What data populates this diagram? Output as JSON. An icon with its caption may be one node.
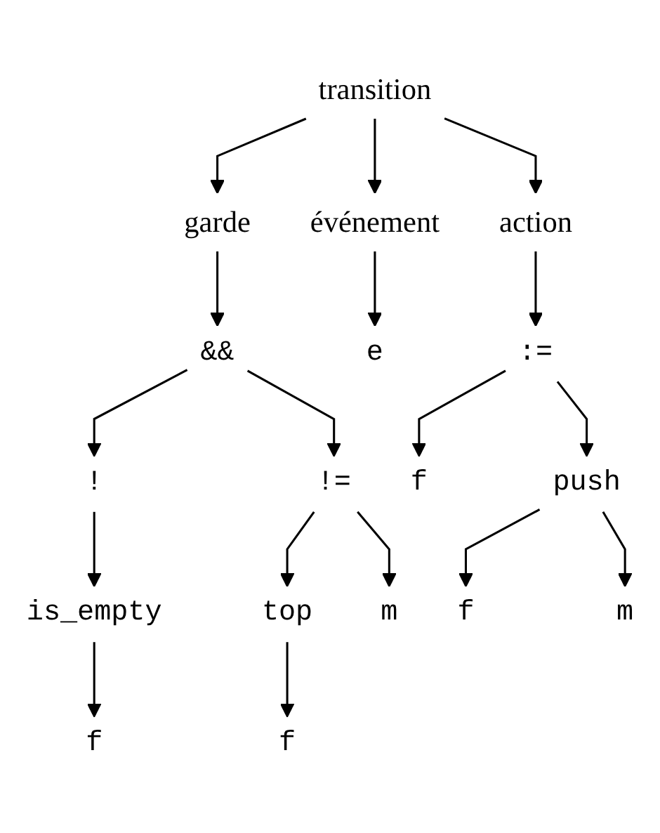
{
  "diagram": {
    "nodes": [
      {
        "text": [
          "transition"
        ]
      },
      {
        "text": [
          "garde"
        ]
      },
      {
        "text": [
          "événement"
        ]
      },
      {
        "text": [
          "action"
        ]
      },
      {
        "text": [
          "&&"
        ]
      },
      {
        "text": [
          "e"
        ]
      },
      {
        "text": [
          ":="
        ]
      },
      {
        "text": [
          "!"
        ]
      },
      {
        "text": [
          "!="
        ]
      },
      {
        "text": [
          "f"
        ]
      },
      {
        "text": [
          "push"
        ]
      },
      {
        "text": [
          "is_empty"
        ]
      },
      {
        "text": [
          "top"
        ]
      },
      {
        "text": [
          "m"
        ]
      },
      {
        "text": [
          "f"
        ]
      },
      {
        "text": [
          "m"
        ]
      },
      {
        "text": [
          "f"
        ]
      },
      {
        "text": [
          "f"
        ]
      }
    ],
    "edges": [
      {
        "from": 0,
        "to": 1,
        "arrow": "to"
      },
      {
        "from": 0,
        "to": 2,
        "arrow": "to"
      },
      {
        "from": 0,
        "to": 3,
        "arrow": "to"
      },
      {
        "from": 1,
        "to": 4,
        "arrow": "to"
      },
      {
        "from": 2,
        "to": 5,
        "arrow": "to"
      },
      {
        "from": 3,
        "to": 6,
        "arrow": "to"
      },
      {
        "from": 4,
        "to": 7,
        "arrow": "to"
      },
      {
        "from": 4,
        "to": 8,
        "arrow": "to"
      },
      {
        "from": 6,
        "to": 9,
        "arrow": "to"
      },
      {
        "from": 6,
        "to": 10,
        "arrow": "to"
      },
      {
        "from": 7,
        "to": 11,
        "arrow": "to"
      },
      {
        "from": 8,
        "to": 12,
        "arrow": "to"
      },
      {
        "from": 8,
        "to": 13,
        "arrow": "to"
      },
      {
        "from": 10,
        "to": 14,
        "arrow": "to"
      },
      {
        "from": 10,
        "to": 15,
        "arrow": "to"
      },
      {
        "from": 11,
        "to": 16,
        "arrow": "to"
      },
      {
        "from": 12,
        "to": 17,
        "arrow": "to"
      }
    ]
  }
}
